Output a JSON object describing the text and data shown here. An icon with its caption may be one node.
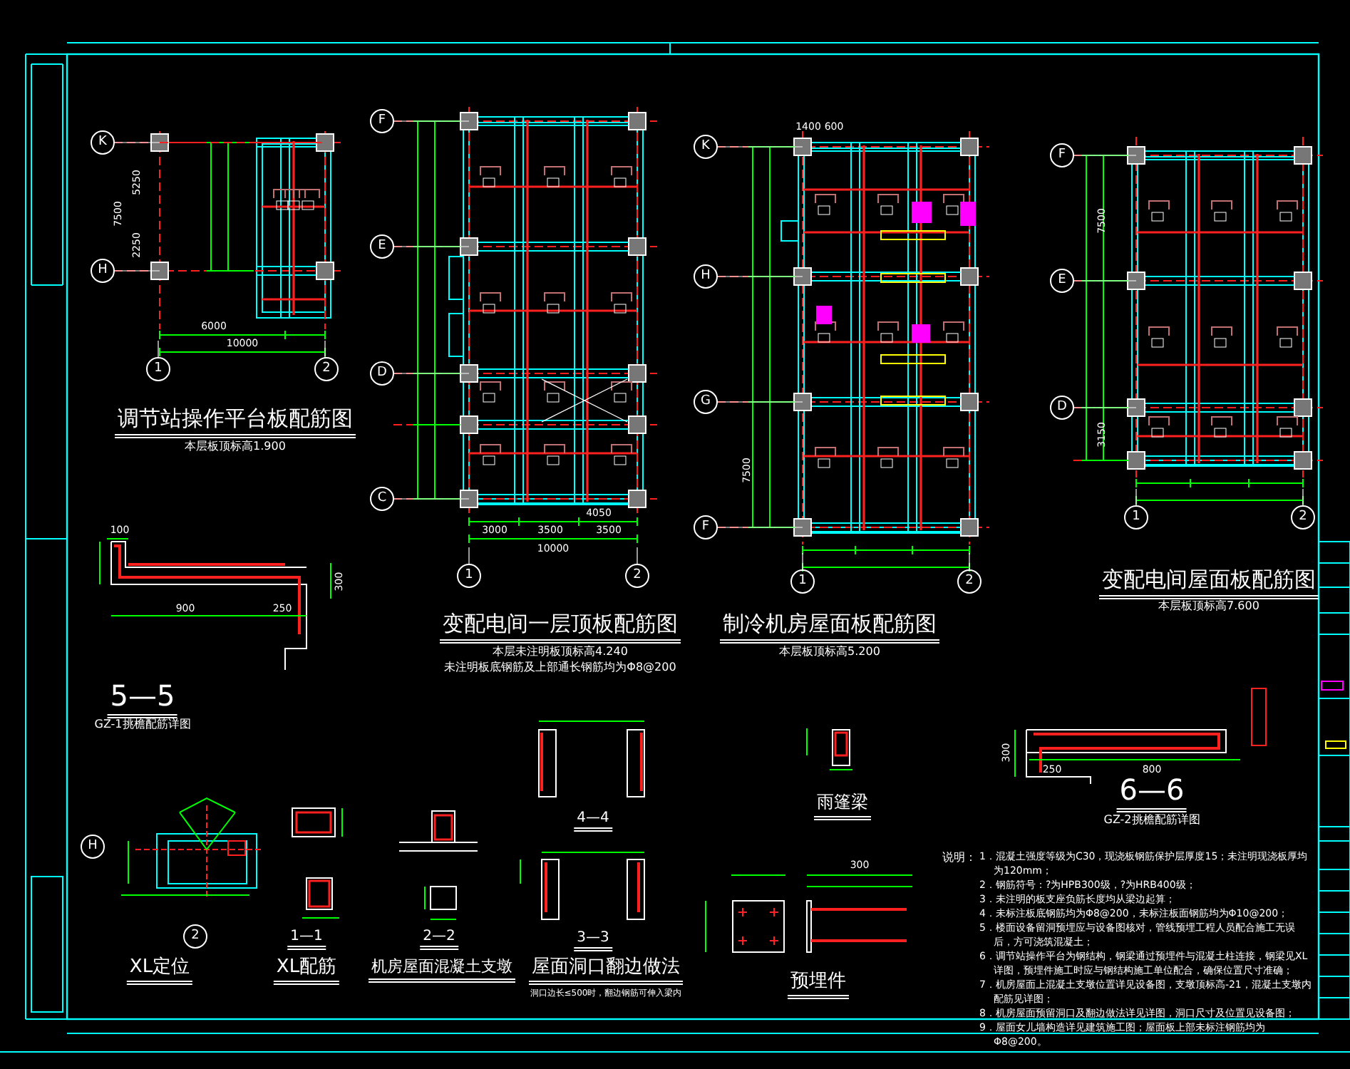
{
  "diagram": {
    "nodes": [
      {
        "text": [
          "K"
        ]
      },
      {
        "text": [
          "H"
        ]
      },
      {
        "text": [
          "1"
        ]
      },
      {
        "text": [
          "2"
        ]
      },
      {
        "text": [
          "F"
        ]
      },
      {
        "text": [
          "E"
        ]
      },
      {
        "text": [
          "D"
        ]
      },
      {
        "text": [
          "C"
        ]
      },
      {
        "text": [
          "1"
        ]
      },
      {
        "text": [
          "2"
        ]
      },
      {
        "text": [
          "K"
        ]
      },
      {
        "text": [
          "H"
        ]
      },
      {
        "text": [
          "G"
        ]
      },
      {
        "text": [
          "F"
        ]
      },
      {
        "text": [
          "1"
        ]
      },
      {
        "text": [
          "2"
        ]
      },
      {
        "text": [
          "F"
        ]
      },
      {
        "text": [
          "E"
        ]
      },
      {
        "text": [
          "D"
        ]
      },
      {
        "text": [
          "1"
        ]
      },
      {
        "text": [
          "2"
        ]
      },
      {
        "text": [
          "H"
        ]
      },
      {
        "text": [
          "2"
        ]
      }
    ],
    "labels": [
      "调节站操作平台板配筋图",
      "本层板顶标高1.900",
      "7500",
      "5250",
      "2250",
      "6000",
      "10000",
      "变配电间一层顶板配筋图",
      "本层未注明板顶标高4.240",
      "未注明板底钢筋及上部通长钢筋均为Φ8@200",
      "3000",
      "3500",
      "3500",
      "4050",
      "10000",
      "制冷机房屋面板配筋图",
      "本层板顶标高5.200",
      "1400",
      "600",
      "7500",
      "变配电间屋面板配筋图",
      "本层板顶标高7.600",
      "7500",
      "3150",
      "5—5",
      "GZ-1挑檐配筋详图",
      "100",
      "900",
      "250",
      "300",
      "6—6",
      "GZ-2挑檐配筋详图",
      "300",
      "250",
      "800",
      "XL定位",
      "1—1",
      "XL配筋",
      "2—2",
      "机房屋面混凝土支墩",
      "4—4",
      "3—3",
      "屋面洞口翻边做法",
      "洞口边长≤500时，翻边钢筋可伸入梁内",
      "雨篷梁",
      "预埋件",
      "300",
      "说明：",
      "1．混凝土强度等级为C30，现浇板钢筋保护层厚度15；未注明现浇板厚均为120mm；",
      "2．钢筋符号：?为HPB300级，?为HRB400级；",
      "3．未注明的板支座负筋长度均从梁边起算；",
      "4．未标注板底钢筋均为Φ8@200，未标注板面钢筋均为Φ10@200；",
      "5．楼面设备留洞预埋应与设备图核对，管线预埋工程人员配合施工无误后，方可浇筑混凝土；",
      "6．调节站操作平台为钢结构，钢梁通过预埋件与混凝土柱连接，钢梁见XL详图，预埋件施工时应与钢结构施工单位配合，确保位置尺寸准确；",
      "7．机房屋面上混凝土支墩位置详见设备图，支墩顶标高-21，混凝土支墩内配筋见详图；",
      "8．机房屋面预留洞口及翻边做法详见详图，洞口尺寸及位置见设备图；",
      "9．屋面女儿墙构造详见建筑施工图；屋面板上部未标注钢筋均为Φ8@200。"
    ]
  }
}
